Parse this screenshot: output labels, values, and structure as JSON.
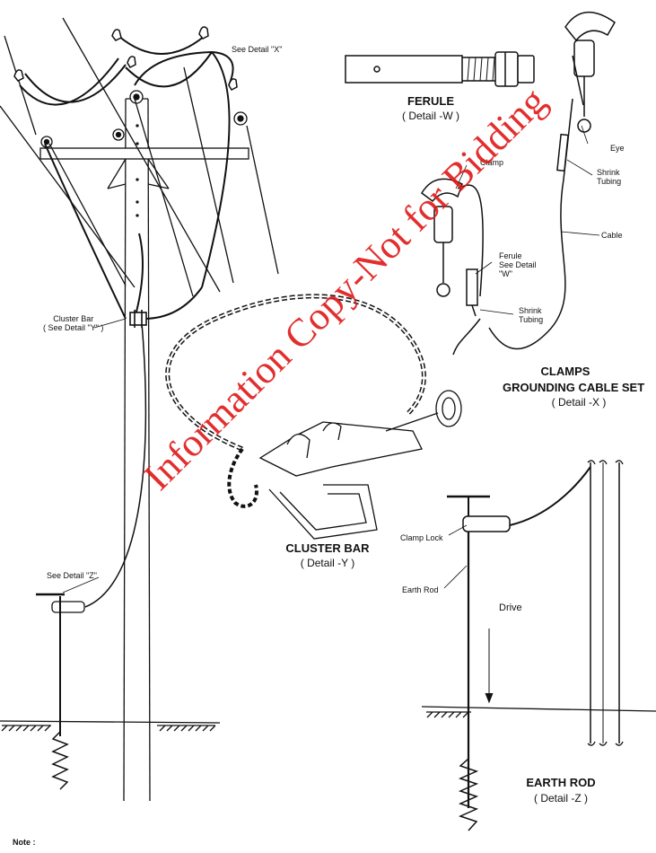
{
  "labels": {
    "see_detail_x": "See Detail \"X\"",
    "cluster_bar_callout": "Cluster Bar\n( See Detail \"Y\" )",
    "see_detail_z": "See Detail \"Z\"",
    "ferule_title": "FERULE",
    "ferule_sub": "( Detail -W )",
    "clamp": "Clamp",
    "eye": "Eye",
    "shrink_tubing_top": "Shrink\nTubing",
    "cable": "Cable",
    "ferule_callout": "Ferule\nSee Detail\n\"W\"",
    "shrink_tubing_bottom": "Shrink\nTubing",
    "clamps_title": "CLAMPS",
    "grounding_title": "GROUNDING CABLE SET",
    "detail_x": "( Detail -X )",
    "cluster_title": "CLUSTER BAR",
    "detail_y": "( Detail -Y )",
    "clamp_lock": "Clamp Lock",
    "earth_rod_label": "Earth Rod",
    "drive": "Drive",
    "earth_rod_title": "EARTH ROD",
    "detail_z": "( Detail -Z )",
    "note": "Note :"
  },
  "watermark": "Information Copy-Not for Bidding",
  "colors": {
    "line": "#111111",
    "watermark": "#e01818"
  }
}
